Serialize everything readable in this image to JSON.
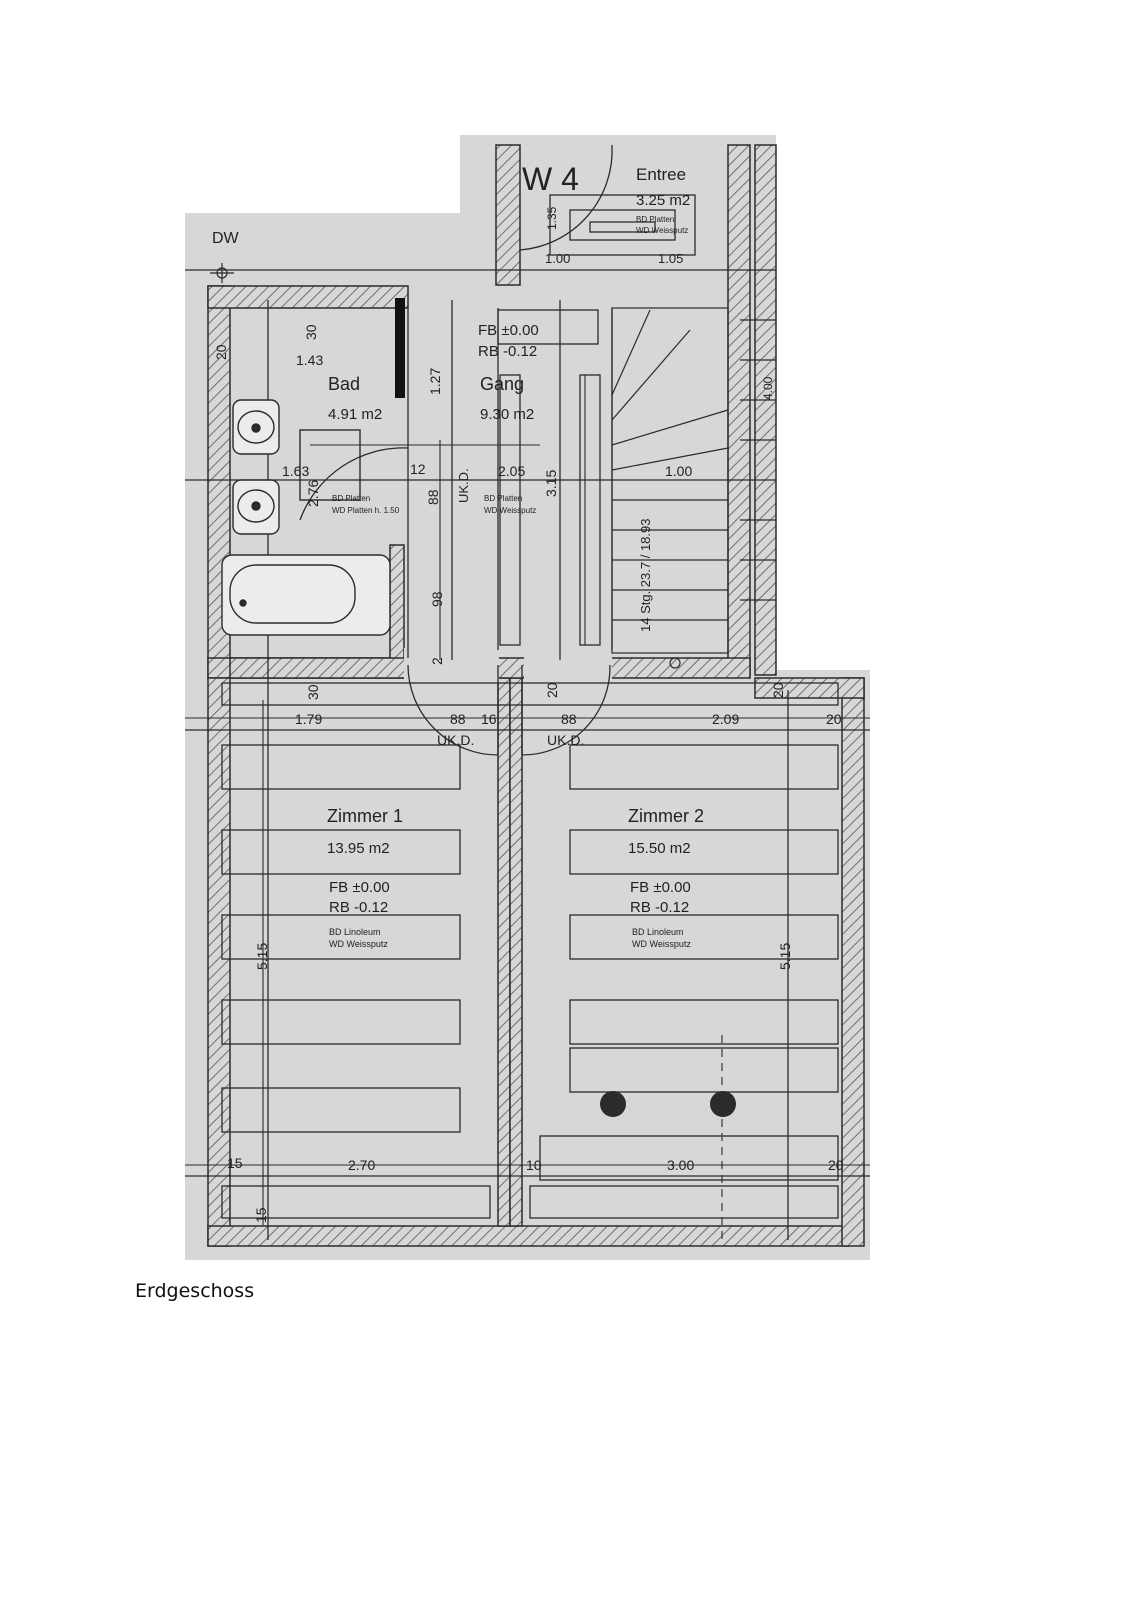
{
  "caption": "Erdgeschoss",
  "colors": {
    "paper": "#d9d6d8",
    "line": "#2b2b2b",
    "hatch": "#555555",
    "page": "#ffffff"
  },
  "plan": {
    "unit_label": "W 4",
    "outside_label": "DW",
    "rooms": {
      "entree": {
        "name": "Entree",
        "area": "3.25 m2",
        "bd": "BD Platten",
        "wd": "WD Weissputz"
      },
      "bad": {
        "name": "Bad",
        "area": "4.91 m2",
        "bd": "BD Platten",
        "wd": "WD Platten h. 1.50"
      },
      "gang": {
        "name": "Gang",
        "area": "9.30 m2",
        "fb": "FB ±0.00",
        "rb": "RB -0.12",
        "bd": "BD Platten",
        "wd": "WD Weissputz"
      },
      "zimmer1": {
        "name": "Zimmer 1",
        "area": "13.95 m2",
        "fb": "FB ±0.00",
        "rb": "RB -0.12",
        "bd": "BD Linoleum",
        "wd": "WD Weissputz"
      },
      "zimmer2": {
        "name": "Zimmer 2",
        "area": "15.50 m2",
        "fb": "FB ±0.00",
        "rb": "RB -0.12",
        "bd": "BD Linoleum",
        "wd": "WD Weissputz"
      }
    },
    "stairs": "14 Stg. 23.7 / 18.93",
    "door_labels": {
      "ukd1": "UK.D.",
      "ukd2": "UK.D.",
      "ukd3": "UK.D."
    },
    "dims": {
      "d30a": "30",
      "d143": "1.43",
      "d20a": "20",
      "d127": "1.27",
      "d163": "1.63",
      "d276": "2.76",
      "d12": "12",
      "d88a": "88",
      "d205": "2.05",
      "d315": "3.15",
      "d100": "1.00",
      "d98": "98",
      "d2": "2",
      "d30b": "30",
      "d179": "1.79",
      "d88b": "88",
      "d16": "16",
      "d88c": "88",
      "d20b": "20",
      "d209": "2.09",
      "d20c": "20",
      "d20d": "20",
      "d515a": "5.15",
      "d515b": "5.15",
      "d15a": "15",
      "d270": "2.70",
      "d10": "10",
      "d300": "3.00",
      "d20e": "20",
      "d15b": "15",
      "d135": "1.35",
      "d100e": "1.00",
      "d105": "1.05",
      "d400": "4.00"
    }
  }
}
